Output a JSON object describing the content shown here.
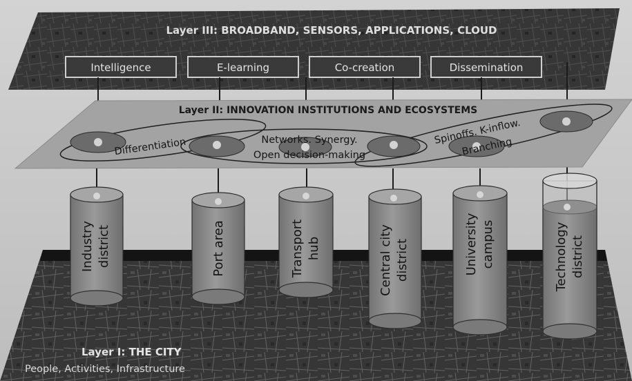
{
  "layer3": {
    "title": "Layer III: BROADBAND, SENSORS, APPLICATIONS, CLOUD",
    "boxes": [
      "Intelligence",
      "E-learning",
      "Co-creation",
      "Dissemination"
    ]
  },
  "layer2": {
    "title": "Layer II: INNOVATION INSTITUTIONS AND ECOSYSTEMS",
    "ellipses": [
      {
        "label": "Differentiation"
      },
      {
        "label": "Networks. Synergy.",
        "label2": "Open decision-making"
      },
      {
        "label": "Spinoffs. K-inflow.",
        "label2": "Branching"
      }
    ]
  },
  "cylinders": [
    {
      "label": "Industry",
      "label2": "district"
    },
    {
      "label": "Port area",
      "label2": ""
    },
    {
      "label": "Transport",
      "label2": "hub"
    },
    {
      "label": "Central city",
      "label2": "district"
    },
    {
      "label": "University",
      "label2": "campus"
    },
    {
      "label": "Technology",
      "label2": "district"
    }
  ],
  "layer1": {
    "title": "Layer I: THE CITY",
    "subtitle": "People, Activities, Infrastructure"
  },
  "colors": {
    "background": "#c9c9c9",
    "dark_plane": "#3a3a3a",
    "layer2_plane": "#a3a3a3",
    "cylinder": "#8c8c8c",
    "marker": "#bdbdbd"
  }
}
